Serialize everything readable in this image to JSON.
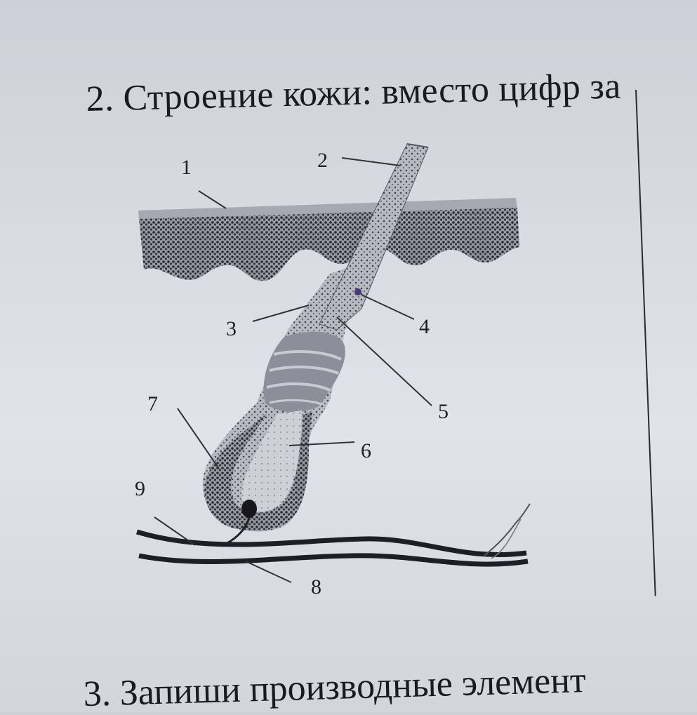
{
  "heading": "2. Строение кожи: вместо  цифр за",
  "footer": "3. Запиши производные  элемент",
  "figure": {
    "labels": [
      "1",
      "2",
      "3",
      "4",
      "5",
      "6",
      "7",
      "8",
      "9"
    ]
  }
}
